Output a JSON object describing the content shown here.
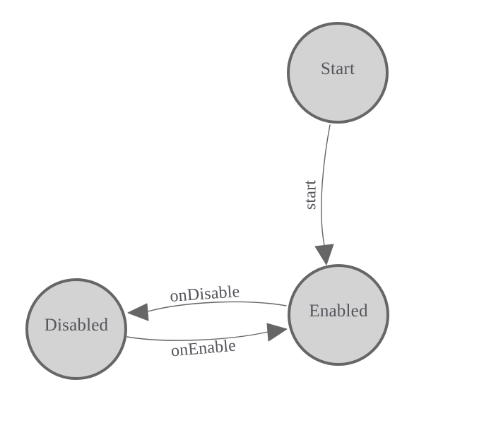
{
  "diagram": {
    "type": "state-machine",
    "nodes": [
      {
        "id": "start",
        "label": "Start"
      },
      {
        "id": "enabled",
        "label": "Enabled"
      },
      {
        "id": "disabled",
        "label": "Disabled"
      }
    ],
    "edges": [
      {
        "id": "start-edge",
        "label": "start",
        "from": "Start",
        "to": "Enabled"
      },
      {
        "id": "ondisable-edge",
        "label": "onDisable",
        "from": "Enabled",
        "to": "Disabled"
      },
      {
        "id": "onenable-edge",
        "label": "onEnable",
        "from": "Disabled",
        "to": "Enabled"
      }
    ],
    "colors": {
      "node_fill": "#d3d3d3",
      "node_stroke": "#666666",
      "edge": "#666666",
      "label_text": "#54545b",
      "background": "#ffffff"
    }
  }
}
